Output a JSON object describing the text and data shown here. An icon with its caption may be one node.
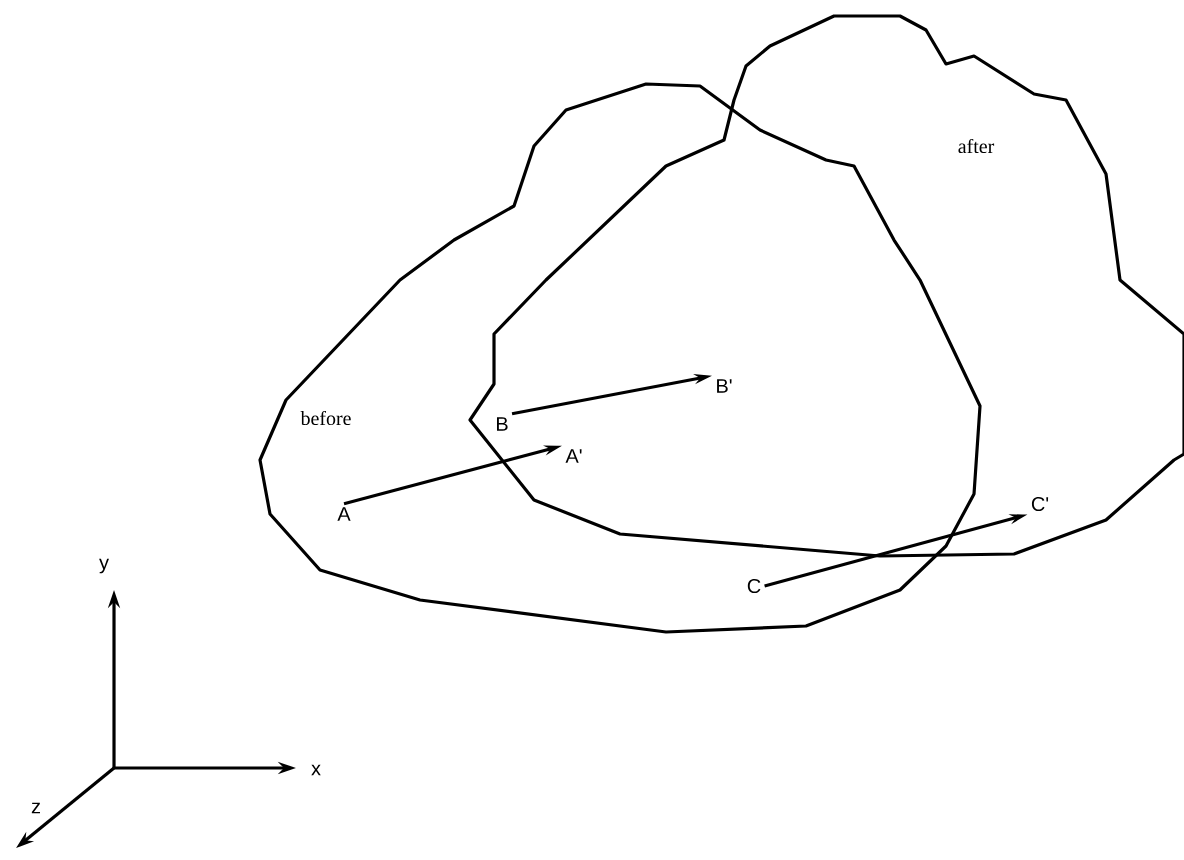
{
  "diagram": {
    "nodes": [
      {
        "text": [
          "A"
        ]
      },
      {
        "text": [
          "A'"
        ]
      },
      {
        "text": [
          "B"
        ]
      },
      {
        "text": [
          "B'"
        ]
      },
      {
        "text": [
          "C"
        ]
      },
      {
        "text": [
          "C'"
        ]
      }
    ],
    "edges": [
      {
        "from": 0,
        "to": 1,
        "arrow": "to"
      },
      {
        "from": 2,
        "to": 3,
        "arrow": "to"
      },
      {
        "from": 4,
        "to": 5,
        "arrow": "to"
      }
    ],
    "labels": [
      "after",
      "before",
      "y",
      "x",
      "z"
    ]
  }
}
